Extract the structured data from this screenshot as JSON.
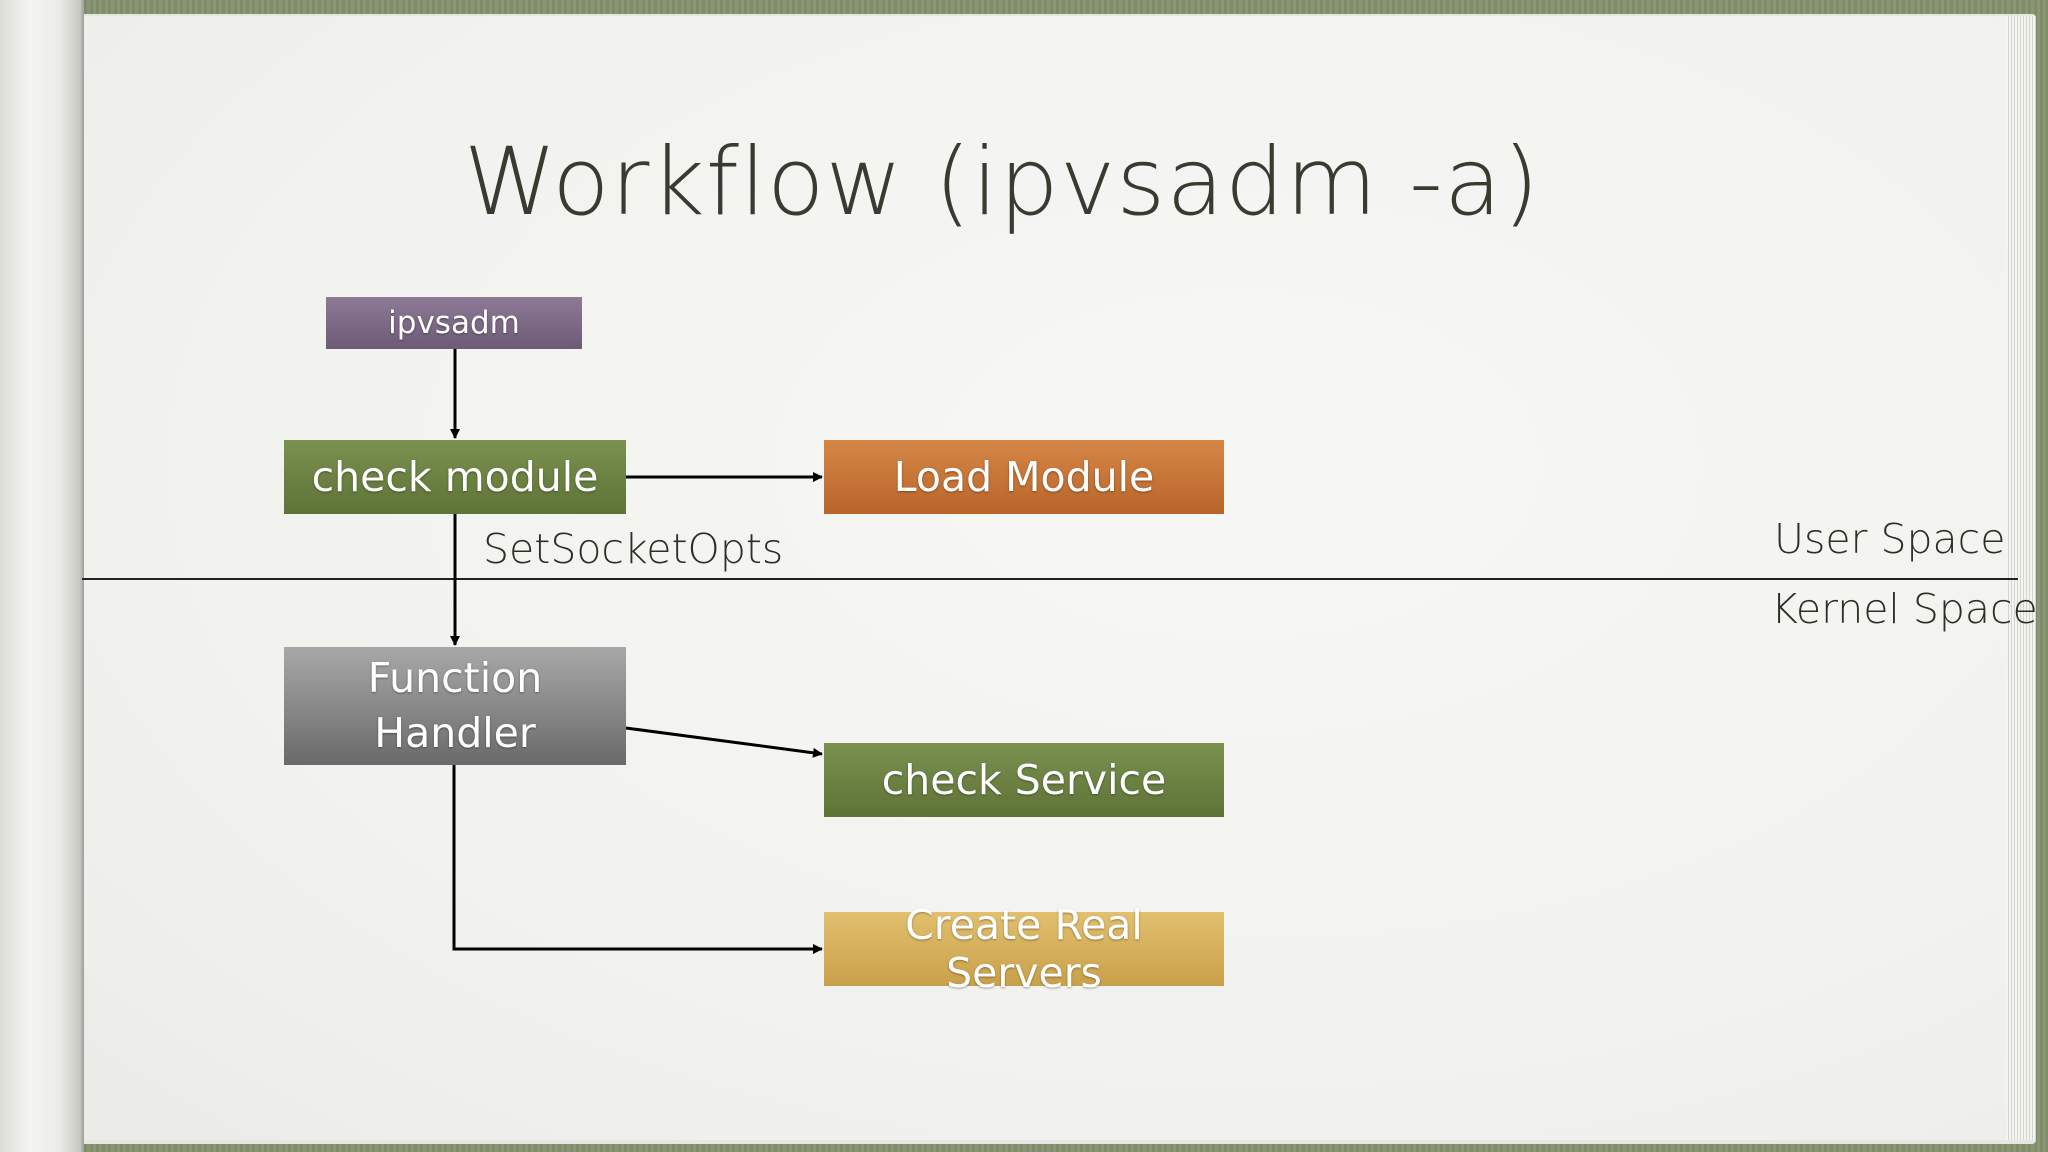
{
  "title": "Workflow (ipvsadm -a)",
  "nodes": {
    "ipvsadm": "ipvsadm",
    "check_module": "check module",
    "load_module": "Load Module",
    "function_handler_line1": "Function",
    "function_handler_line2": "Handler",
    "check_service": "check Service",
    "create_real_servers": "Create Real Servers"
  },
  "labels": {
    "set_socket_opts": "SetSocketOpts",
    "user_space": "User Space",
    "kernel_space": "Kernel Space"
  },
  "colors": {
    "ipvsadm": "#7d6a86",
    "check_module": "#6b8142",
    "load_module": "#c97538",
    "function_handler": "#888888",
    "check_service": "#6b8142",
    "create_real_servers": "#d6b15c"
  }
}
